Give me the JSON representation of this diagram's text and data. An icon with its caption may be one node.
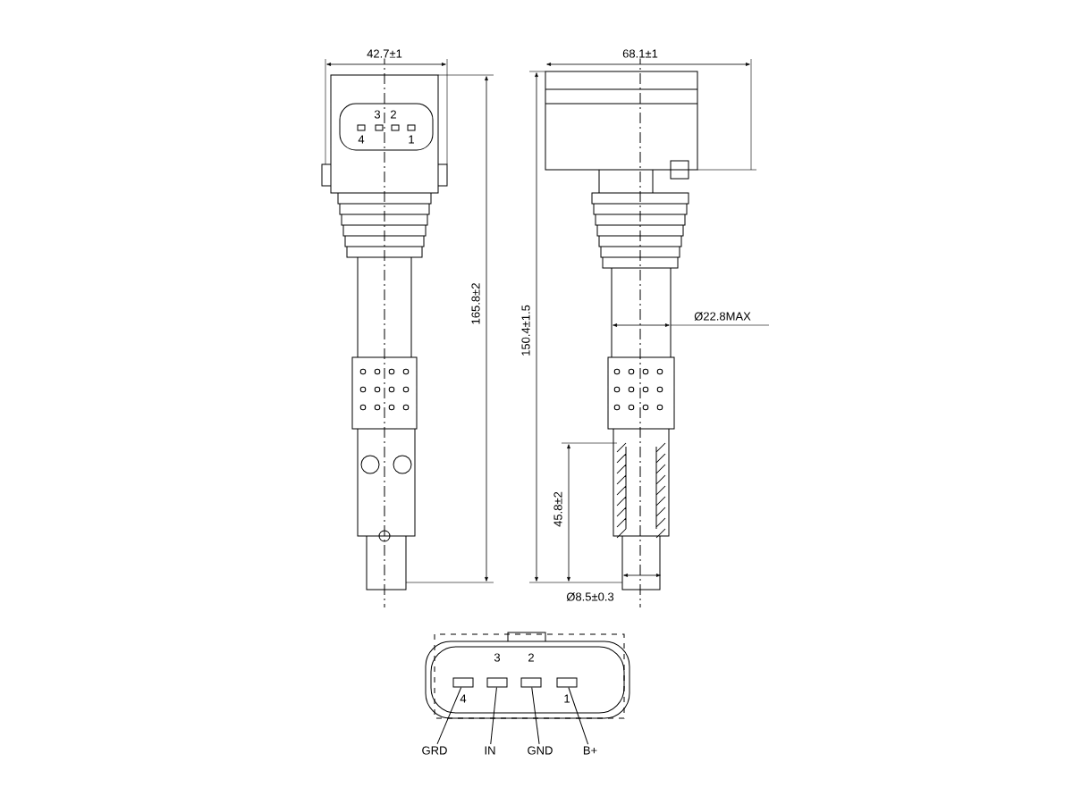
{
  "diagram": {
    "nodes": [
      {
        "text": [],
        "shape": "box"
      },
      {
        "text": [],
        "shape": "box"
      },
      {
        "text": [],
        "shape": "box"
      },
      {
        "text": [],
        "shape": "box"
      },
      {
        "text": [
          "GRD"
        ]
      },
      {
        "text": [
          "IN"
        ]
      },
      {
        "text": [
          "GND"
        ]
      },
      {
        "text": [
          "B+"
        ]
      }
    ],
    "edges": [
      {
        "from": 4,
        "to": 0,
        "arrow": "none"
      },
      {
        "from": 5,
        "to": 1,
        "arrow": "none"
      },
      {
        "from": 6,
        "to": 2,
        "arrow": "none"
      },
      {
        "from": 7,
        "to": 3,
        "arrow": "none"
      }
    ],
    "labels": [
      "42.7±1",
      "68.1±1",
      "3",
      "2",
      "4",
      "1",
      "165.8±2",
      "150.4±1.5",
      "Ø22.8MAX",
      "45.8±2",
      "3",
      "2",
      "4",
      "1",
      "Ø8.5±0.3"
    ]
  }
}
